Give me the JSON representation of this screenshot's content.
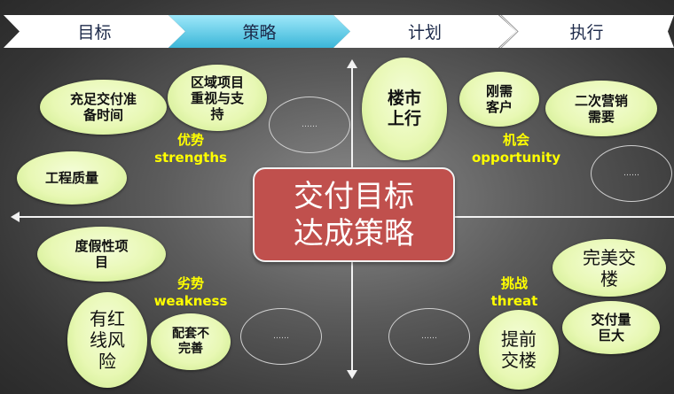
{
  "nav": {
    "steps": [
      {
        "label": "目标",
        "active": false
      },
      {
        "label": "策略",
        "active": true
      },
      {
        "label": "计划",
        "active": false
      },
      {
        "label": "执行",
        "active": false
      }
    ],
    "active_color": "#4fc3e0"
  },
  "center": {
    "line1": "交付目标",
    "line2": "达成策略",
    "color": "#c0504d"
  },
  "quadrants": {
    "strengths": {
      "cn": "优势",
      "en": "strengths",
      "items": [
        {
          "line1": "充足交付准",
          "line2": "备时间"
        },
        {
          "line1": "区域项目",
          "line2": "重视与支",
          "line3": "持"
        },
        {
          "line1": "工程质量"
        }
      ],
      "placeholder": "……"
    },
    "opportunity": {
      "cn": "机会",
      "en": "opportunity",
      "items": [
        {
          "line1": "楼市",
          "line2": "上行"
        },
        {
          "line1": "刚需",
          "line2": "客户"
        },
        {
          "line1": "二次营销",
          "line2": "需要"
        }
      ],
      "placeholder": "……"
    },
    "weakness": {
      "cn": "劣势",
      "en": "weakness",
      "items": [
        {
          "line1": "度假性项",
          "line2": "目"
        },
        {
          "line1": "有红",
          "line2": "线风",
          "line3": "险"
        },
        {
          "line1": "配套不",
          "line2": "完善"
        }
      ],
      "placeholder": "……"
    },
    "threat": {
      "cn": "挑战",
      "en": "threat",
      "items": [
        {
          "line1": "完美交",
          "line2": "楼"
        },
        {
          "line1": "交付量",
          "line2": "巨大"
        },
        {
          "line1": "提前",
          "line2": "交楼"
        }
      ],
      "placeholder": "……"
    }
  },
  "colors": {
    "bubble": "#e8f8b4",
    "label": "#ffff00"
  }
}
